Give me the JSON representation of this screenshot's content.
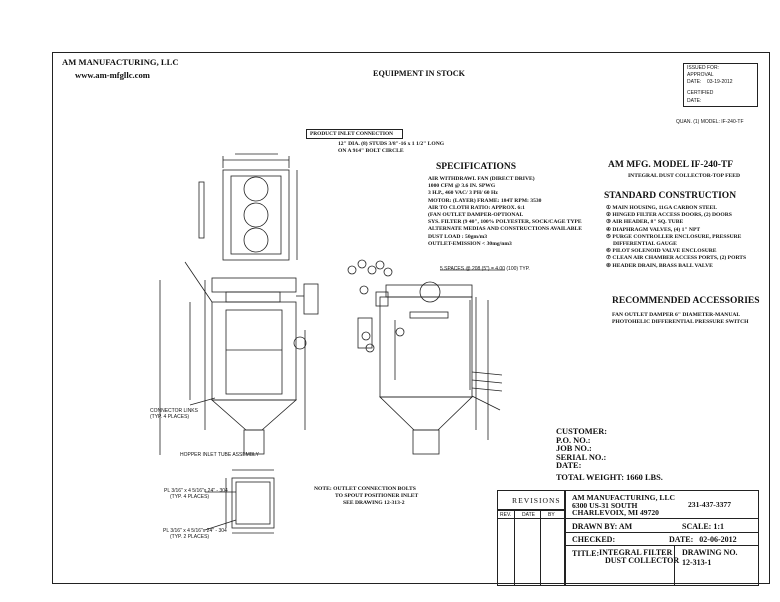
{
  "header": {
    "company": "AM MANUFACTURING, LLC",
    "website": "www.am-mfgllc.com",
    "title": "EQUIPMENT IN STOCK"
  },
  "issued_box": {
    "issued_for": "ISSUED FOR:",
    "approval": "APPROVAL",
    "date_label": "DATE:",
    "date_value": "03-19-2012",
    "certified": "CERTIFIED",
    "date2_label": "DATE:"
  },
  "quantity_line": "QUAN. (1) MODEL: IF-240-TF",
  "product_inlet": {
    "heading": "PRODUCT INLET CONNECTION",
    "line1": "12\" DIA. (8)  STUDS 3/8\"-16 x 1 1/2\" LONG",
    "line2": "ON A 914\" BOLT CIRCLE"
  },
  "specifications": {
    "title": "SPECIFICATIONS",
    "lines": [
      "AIR WITHDRAWL FAN (DIRECT DRIVE)",
      "1000  CFM @ 3.6 IN. SPWG",
      "3 H.P.,  460  VAC/ 3 PH/ 60  Hz",
      "MOTOR: (LAYER)  FRAME: 184T  RPM: 3530",
      "AIR TO CLOTH RATIO:  APPROX.  6:1",
      "(FAN OUTLET DAMPER-OPTIONAL",
      "SYS. FILTER (9 40\", 100% POLYESTER, SOCK/CAGE TYPE",
      "ALTERNATE MEDIAS AND CONSTRUCTIONS AVAILABLE",
      "DUST LOAD :  50gm/m3",
      "OUTLET-EMISSION < 30mg/nm3"
    ]
  },
  "model": {
    "title": "AM MFG. MODEL IF-240-TF",
    "subtitle": "INTEGRAL DUST COLLECTOR-TOP FEED"
  },
  "standard_construction": {
    "title": "STANDARD CONSTRUCTION",
    "items": [
      "① MAIN HOUSING, 11GA CARBON STEEL",
      "② HINGED FILTER ACCESS DOORS, (2) DOORS",
      "③ AIR HEADER, 8\" SQ. TUBE",
      "④ DIAPHRAGM VALVES, (4) 1\" NPT",
      "⑤ PURGE CONTROLLER ENCLOSURE, PRESSURE",
      "     DIFFERENTIAL GAUGE",
      "⑥ PILOT SOLENOID VALVE ENCLOSURE",
      "⑦ CLEAN AIR CHAMBER ACCESS PORTS, (2) PORTS",
      "⑧ HEADER DRAIN, BRASS BALL VALVE"
    ]
  },
  "recommended": {
    "title": "RECOMMENDED ACCESSORIES",
    "lines": [
      "FAN OUTLET DAMPER 6\" DIAMETER-MANUAL",
      "PHOTOHELIC DIFFERENTIAL PRESSURE SWITCH"
    ]
  },
  "customer": {
    "title": "CUSTOMER:",
    "po": "P.O. NO.:",
    "job": "JOB NO.:",
    "serial": "SERIAL NO.:",
    "date": "DATE:"
  },
  "total_weight": "TOTAL WEIGHT: 1660 LBS.",
  "note": {
    "line1": "NOTE: OUTLET CONNECTION BOLTS",
    "line2": "TO SPOUT POSITIONER INLET",
    "line3": "SEE DRAWING 12-313-2"
  },
  "revisions": {
    "title": "REVISIONS",
    "col_rev": "REV.",
    "col_date": "DATE",
    "col_by": "BY"
  },
  "title_block": {
    "company": "AM MANUFACTURING, LLC",
    "address1": "6300  US-31  SOUTH",
    "address2": "CHARLEVOIX,  MI  49720",
    "phone": "231-437-3377",
    "drawn_by": "DRAWN BY: AM",
    "scale": "SCALE:  1:1",
    "checked": "CHECKED:",
    "date": "DATE:   02-06-2012",
    "title_label": "TITLE:",
    "title_line1": "INTEGRAL FILTER",
    "title_line2": "DUST COLLECTOR",
    "drawing_label": "DRAWING NO.",
    "drawing_no": "12-313-1"
  },
  "callouts": {
    "connector_links": "CONNECTOR LINKS",
    "connector_links2": "(TYP. 4 PLACES)",
    "hopper_inlet": "HOPPER INLET TUBE ASSEMBLY",
    "pl_a": "PL 3/16\" x 4 5/16\"x 24\" - 304",
    "pl_a2": "(TYP. 4 PLACES)",
    "pl_b": "PL 3/16\" x 4 5/16\"x 24\" - 304",
    "pl_b2": "(TYP. 2 PLACES)",
    "dim_top": "5 SPACES @ 208 (5\") = 4.00 (100) TYP."
  }
}
